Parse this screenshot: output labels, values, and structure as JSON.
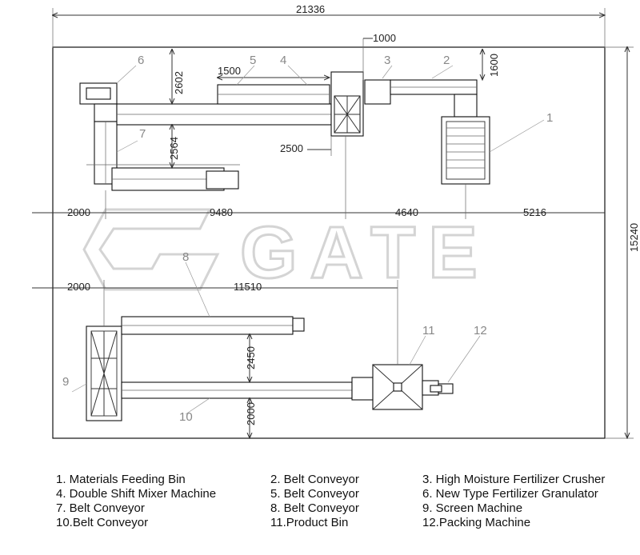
{
  "dimensions": {
    "overall_width": "21336",
    "overall_height": "15240",
    "d1000": "1000",
    "d1500": "1500",
    "d2602": "2602",
    "d1600": "1600",
    "d2564": "2564",
    "d2500": "2500",
    "d2000_left_top": "2000",
    "d9480": "9480",
    "d4640": "4640",
    "d5216": "5216",
    "d2000_left_bottom": "2000",
    "d11510": "11510",
    "d2450": "2450",
    "d2000_bottom": "2000"
  },
  "callouts": {
    "c1": "1",
    "c2": "2",
    "c3": "3",
    "c4": "4",
    "c5": "5",
    "c6": "6",
    "c7": "7",
    "c8": "8",
    "c9": "9",
    "c10": "10",
    "c11": "11",
    "c12": "12"
  },
  "watermark": "GATE",
  "legend": [
    "1. Materials Feeding Bin",
    "2. Belt Conveyor",
    "3. High Moisture Fertilizer Crusher",
    "4. Double Shift  Mixer Machine",
    "5. Belt Conveyor",
    "6. New Type Fertilizer Granulator",
    "7. Belt Conveyor",
    "8. Belt Conveyor",
    "9. Screen Machine",
    "10.Belt Conveyor",
    "11.Product Bin",
    "12.Packing Machine"
  ]
}
